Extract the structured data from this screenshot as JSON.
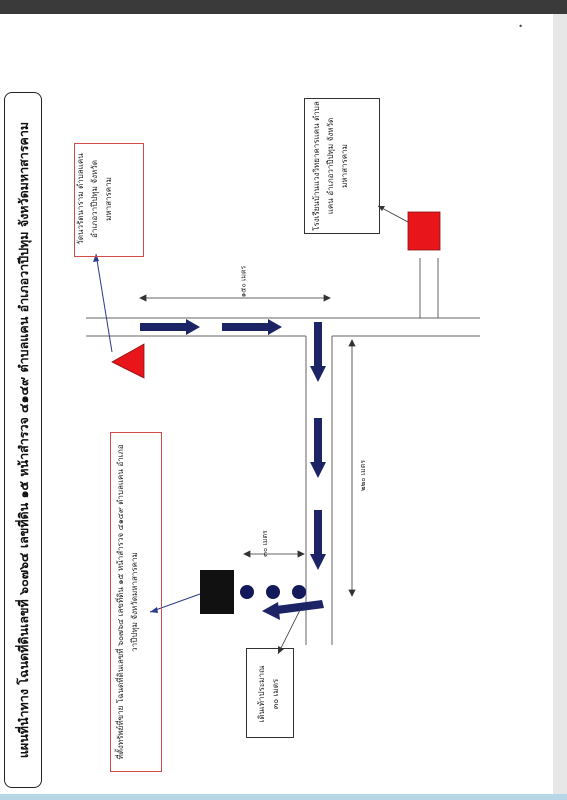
{
  "map": {
    "title": "แผนที่นำทาง โฉนดที่ดินเลขที่ ๖๐๗๖๔ เลขที่ดิน ๑๕ หน้าสำรวจ ๔๑๔๙ ตำบลแคน อำเภอวาปีปทุม จังหวัดมหาสารคาม",
    "temple_label": "วัดนวรัตนาราม ตำบลแคน อำเภอวาปีปทุม จังหวัดมหาสารคาม",
    "school_label": "โรงเรียนบ้านแวงวิทยาคารแคน ตำบลแคน อำเภอวาปีปทุม จังหวัดมหาสารคาม",
    "property_label": "ที่ตั้งทรัพย์ที่ขาย โฉนดที่ดินเลขที่ ๖๐๗๖๔ เลขที่ดิน ๑๕ หน้าสำรวจ ๔๑๔๙ ตำบลแคน อำเภอวาปีปทุม จังหวัดมหาสารคาม",
    "walk_label": "เดินเท้าประมาณ",
    "walk_distance": "๓๐ เมตร",
    "dist_top": "๑๕๐ เมตร",
    "dist_main": "๒๒๐ เมตร",
    "dist_short": "๓๐ เมตร",
    "colors": {
      "arrow": "#1c2466",
      "red": "#e8161b",
      "dot": "#121a5a"
    }
  }
}
